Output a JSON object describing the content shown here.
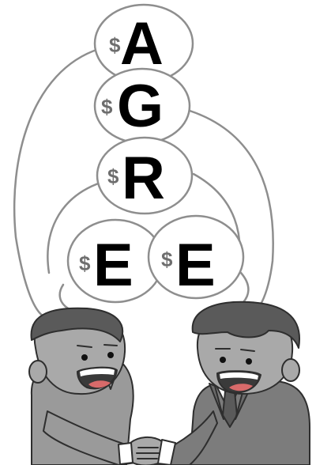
{
  "bubbles": [
    {
      "symbol": "$",
      "letter": "A"
    },
    {
      "symbol": "$",
      "letter": "G"
    },
    {
      "symbol": "$",
      "letter": "R"
    },
    {
      "symbol": "$",
      "letter": "E"
    },
    {
      "symbol": "$",
      "letter": "E"
    }
  ],
  "palette": {
    "skin": "#a9a9a9",
    "hair": "#5a5a5a",
    "suit_left": "#9a9a9a",
    "suit_right": "#7c7c7c",
    "outline": "#2e2e2e"
  },
  "icons": {
    "left_person": "smiling-man-illustration",
    "right_person": "businessman-illustration",
    "handshake": "handshake-icon"
  }
}
